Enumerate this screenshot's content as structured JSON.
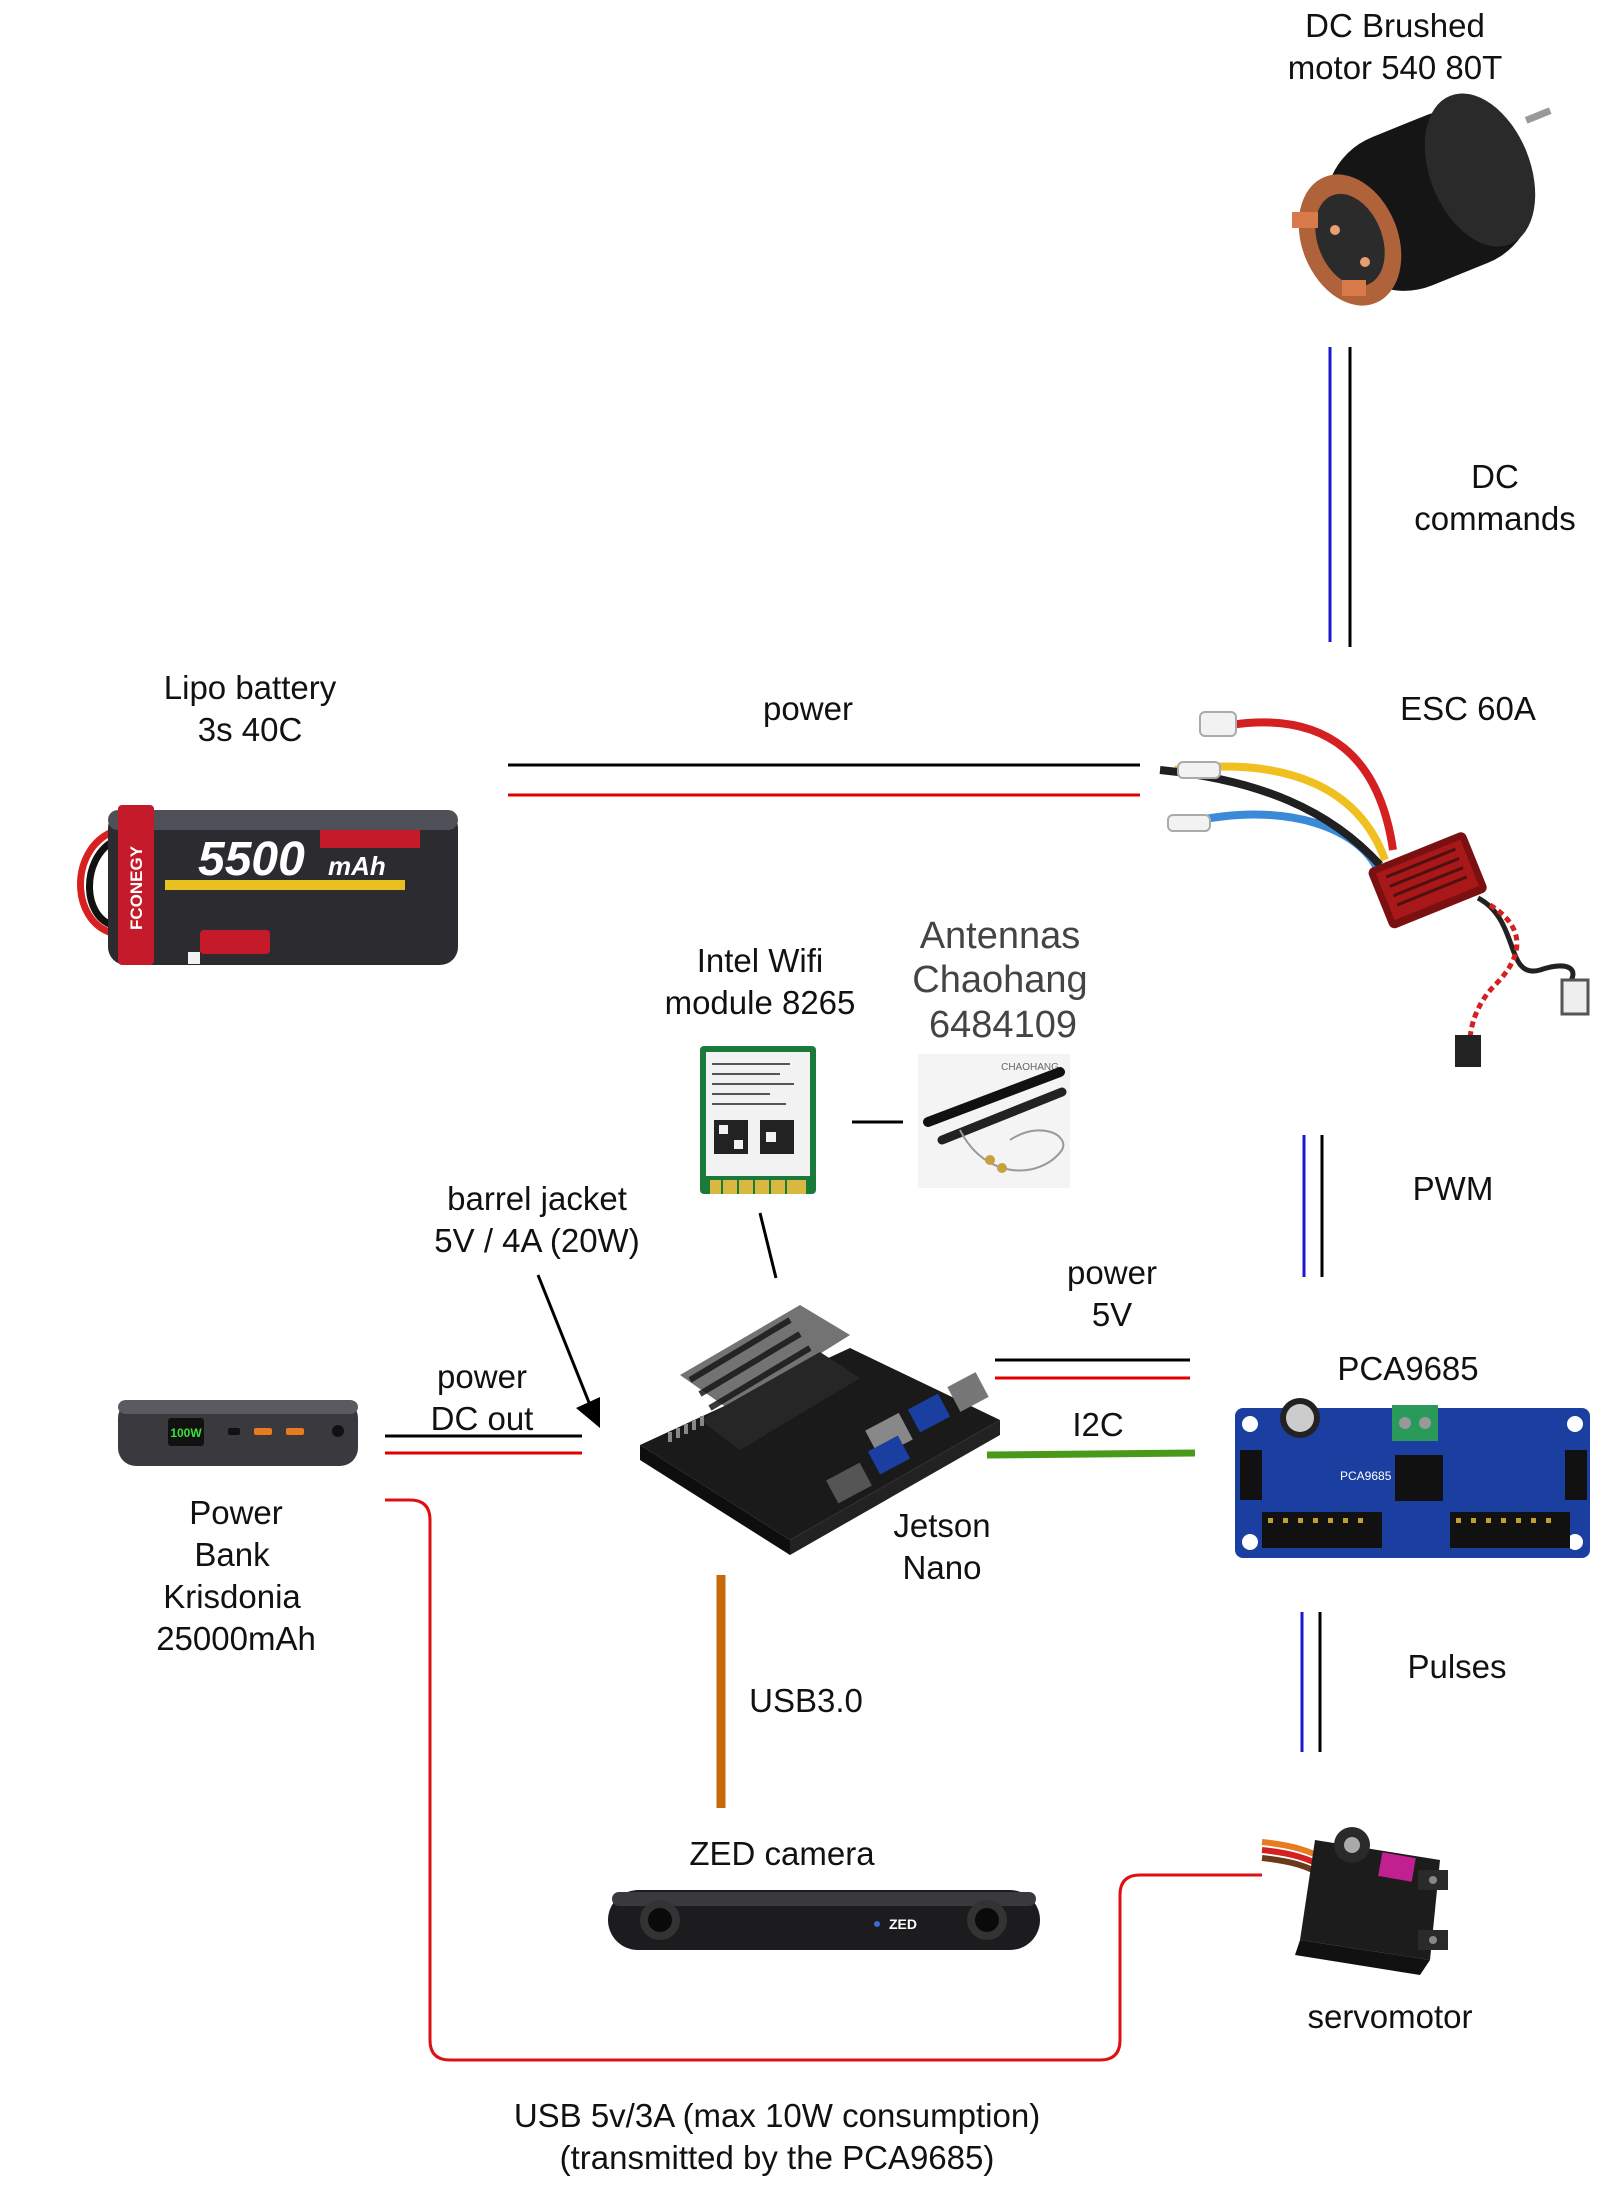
{
  "labels": {
    "motor_line1": "DC Brushed",
    "motor_line2": "motor  540 80T",
    "dc_commands_line1": "DC",
    "dc_commands_line2": "commands",
    "lipo_line1": "Lipo battery",
    "lipo_line2": "3s 40C",
    "power_top": "power",
    "esc": "ESC 60A",
    "wifi_line1": "Intel Wifi",
    "wifi_line2": "module 8265",
    "antenna_line1": "Antennas",
    "antenna_line2": "Chaohang",
    "antenna_line3": "6484109",
    "pwm": "PWM",
    "barrel_line1": "barrel jacket",
    "barrel_line2": "5V / 4A (20W)",
    "power5v_line1": "power",
    "power5v_line2": "5V",
    "pca": "PCA9685",
    "powerdc_line1": "power",
    "powerdc_line2": "DC out",
    "i2c": "I2C",
    "powerbank_line1": "Power",
    "powerbank_line2": "Bank",
    "powerbank_line3": "Krisdonia",
    "powerbank_line4": "25000mAh",
    "jetson_line1": "Jetson",
    "jetson_line2": "Nano",
    "pulses": "Pulses",
    "usb3": "USB3.0",
    "zed": "ZED camera",
    "servo": "servomotor",
    "usb_bottom_line1": "USB 5v/3A (max 10W consumption)",
    "usb_bottom_line2": "(transmitted by the PCA9685)"
  },
  "product_text": {
    "battery_brand": "FCONEGY",
    "battery_capacity": "5500",
    "battery_unit": "mAh",
    "powerbank_display": "100W",
    "zed_logo": "ZED",
    "pca_brand": "PCA9685",
    "antenna_brand": "CHAOHANG"
  },
  "colors": {
    "wire_black": "#000000",
    "wire_red": "#e00000",
    "wire_blue": "#1a1acc",
    "i2c_green": "#4a9a1a",
    "usb3_orange": "#c8690a",
    "usb_red": "#dd1111"
  },
  "icons": [
    "dc-motor-icon",
    "esc-icon",
    "lipo-battery-icon",
    "wifi-module-icon",
    "antenna-icon",
    "jetson-nano-icon",
    "pca9685-board-icon",
    "power-bank-icon",
    "zed-camera-icon",
    "servomotor-icon"
  ]
}
